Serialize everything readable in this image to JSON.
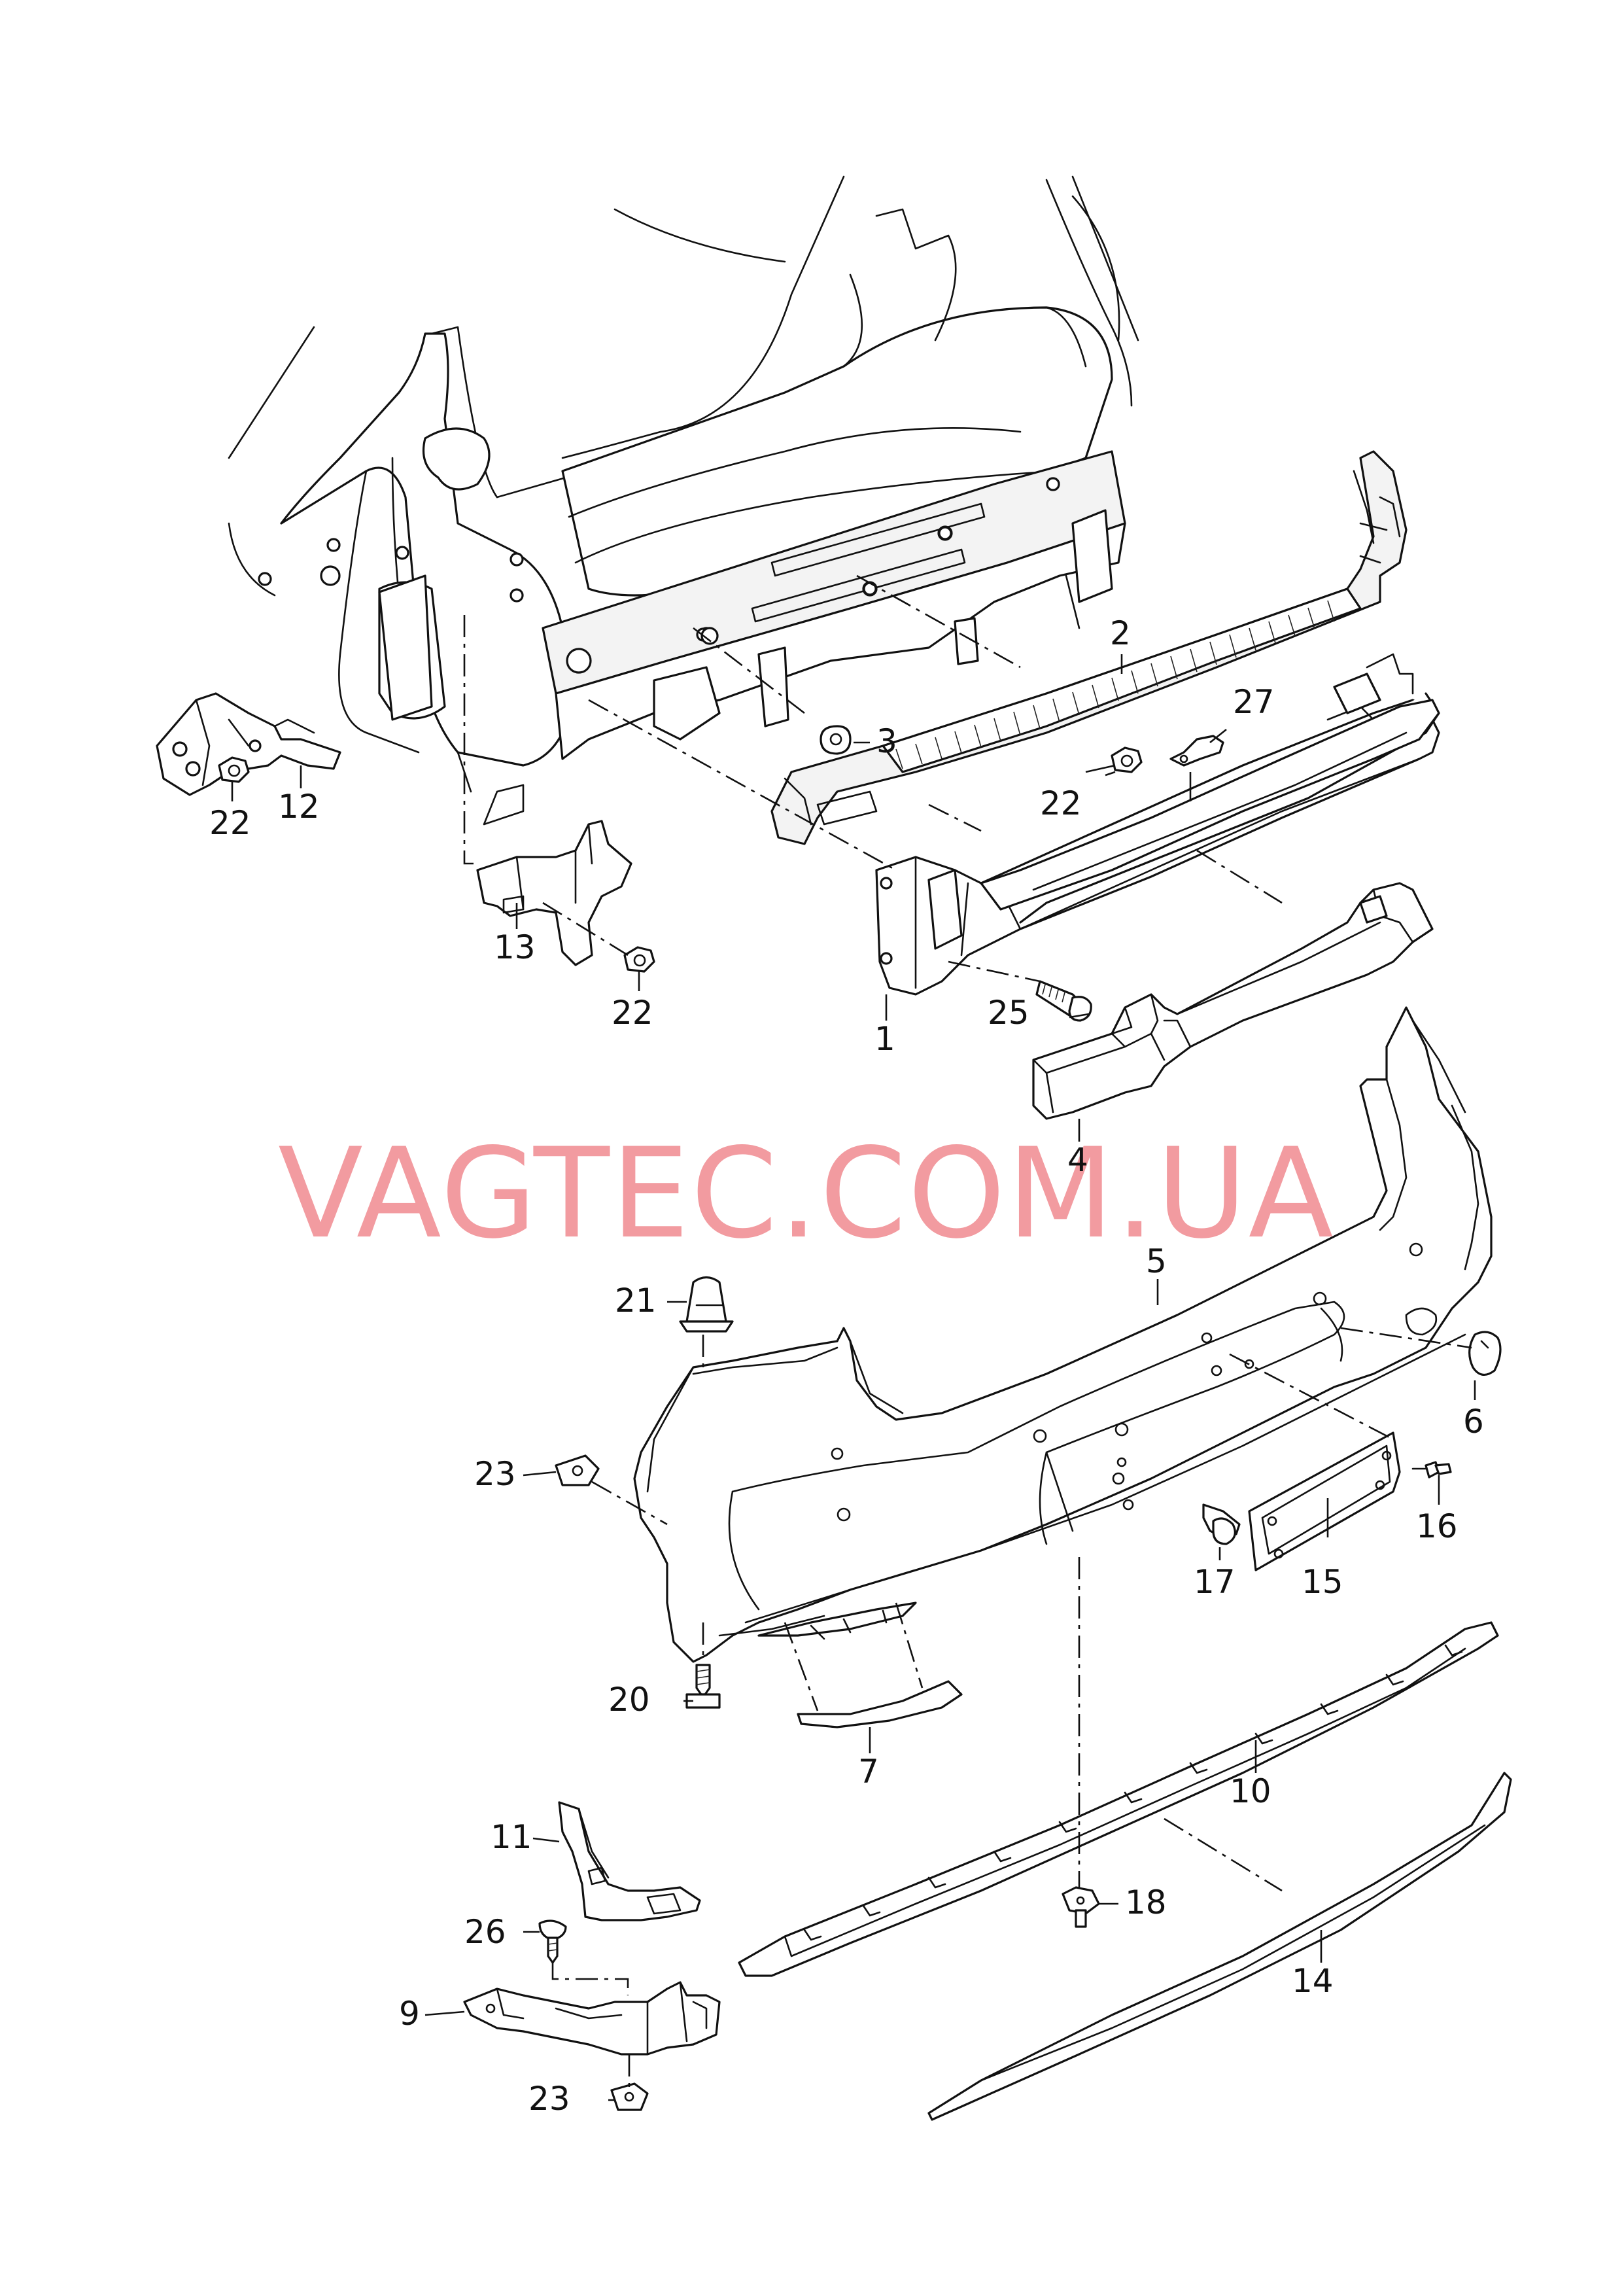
{
  "watermark": "VAGTEC.COM.UA",
  "callouts": [
    {
      "id": "c1",
      "text": "1"
    },
    {
      "id": "c2",
      "text": "2"
    },
    {
      "id": "c3",
      "text": "3"
    },
    {
      "id": "c4",
      "text": "4"
    },
    {
      "id": "c5",
      "text": "5"
    },
    {
      "id": "c6",
      "text": "6"
    },
    {
      "id": "c7",
      "text": "7"
    },
    {
      "id": "c9",
      "text": "9"
    },
    {
      "id": "c10",
      "text": "10"
    },
    {
      "id": "c11",
      "text": "11"
    },
    {
      "id": "c12",
      "text": "12"
    },
    {
      "id": "c13",
      "text": "13"
    },
    {
      "id": "c14",
      "text": "14"
    },
    {
      "id": "c15",
      "text": "15"
    },
    {
      "id": "c16",
      "text": "16"
    },
    {
      "id": "c17",
      "text": "17"
    },
    {
      "id": "c18",
      "text": "18"
    },
    {
      "id": "c20",
      "text": "20"
    },
    {
      "id": "c21",
      "text": "21"
    },
    {
      "id": "c22a",
      "text": "22"
    },
    {
      "id": "c22b",
      "text": "22"
    },
    {
      "id": "c22c",
      "text": "22"
    },
    {
      "id": "c23a",
      "text": "23"
    },
    {
      "id": "c23b",
      "text": "23"
    },
    {
      "id": "c25",
      "text": "25"
    },
    {
      "id": "c26",
      "text": "26"
    },
    {
      "id": "c27",
      "text": "27"
    }
  ]
}
